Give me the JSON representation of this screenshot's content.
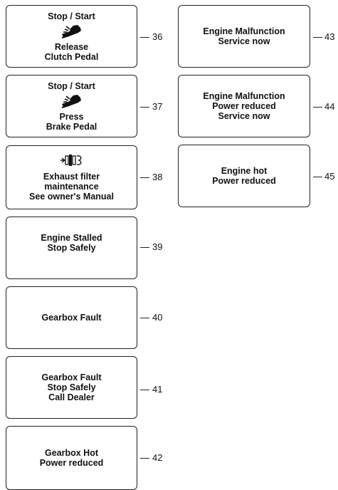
{
  "panels": [
    {
      "id": "36",
      "header": "Stop / Start",
      "icon": "foot-pedal-icon",
      "text": "Release\nClutch Pedal",
      "ref": "36"
    },
    {
      "id": "37",
      "header": "Stop / Start",
      "icon": "foot-pedal-icon",
      "text": "Press\nBrake Pedal",
      "ref": "37"
    },
    {
      "id": "38",
      "icon": "exhaust-filter-icon",
      "text": "Exhaust filter\nmaintenance\nSee owner's Manual",
      "ref": "38"
    },
    {
      "id": "39",
      "text": "Engine Stalled\nStop Safely",
      "ref": "39"
    },
    {
      "id": "40",
      "text": "Gearbox Fault",
      "ref": "40"
    },
    {
      "id": "41",
      "text": "Gearbox Fault\nStop Safely\nCall Dealer",
      "ref": "41"
    },
    {
      "id": "42",
      "text": "Gearbox Hot\nPower reduced",
      "ref": "42"
    },
    {
      "id": "43",
      "text": "Engine Malfunction\nService now",
      "ref": "43"
    },
    {
      "id": "44",
      "text": "Engine Malfunction\nPower reduced\nService now",
      "ref": "44"
    },
    {
      "id": "45",
      "text": "Engine hot\nPower reduced",
      "ref": "45"
    }
  ]
}
